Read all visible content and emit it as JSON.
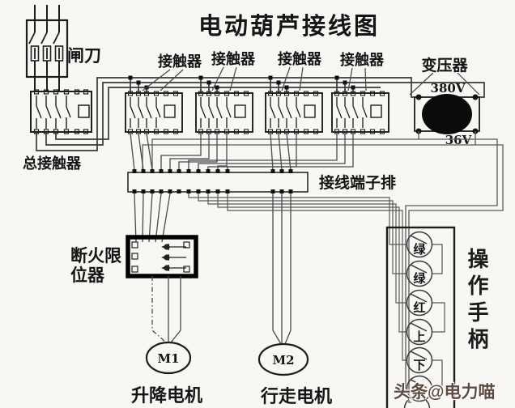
{
  "title": "电动葫芦接线图",
  "components": {
    "knife_switch": {
      "label": "闸刀"
    },
    "main_contactor": {
      "label": "总接触器"
    },
    "contactors": [
      {
        "label": "接触器"
      },
      {
        "label": "接触器"
      },
      {
        "label": "接触器"
      },
      {
        "label": "接触器"
      }
    ],
    "transformer": {
      "label": "变压器",
      "primary": "380V",
      "secondary": "36V"
    },
    "terminal_strip": {
      "label": "接线端子排"
    },
    "limiter": {
      "label_line1": "断火限",
      "label_line2": "位器"
    },
    "motor1": {
      "id": "M1",
      "label": "升降电机"
    },
    "motor2": {
      "id": "M2",
      "label": "行走电机"
    },
    "handle": {
      "label": "操作手柄",
      "buttons": [
        "绿",
        "绿",
        "红",
        "上",
        "下"
      ]
    }
  },
  "watermark": "头条@电力喵",
  "colors": {
    "wire": "#4a4a4a",
    "component_outline": "#1d1d1d",
    "terminal_fill": "#111111",
    "transformer_core": "#0b0b0b",
    "background": "#f8f7f4",
    "watermark_color": "#5f4a40"
  }
}
